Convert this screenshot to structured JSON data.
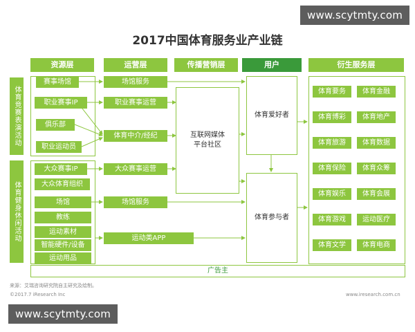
{
  "watermark": "www.scytmty.com",
  "title": "2017中国体育服务业产业链",
  "headers": [
    "资源层",
    "运营层",
    "传播营销层",
    "用户",
    "衍生服务层"
  ],
  "side_labels": [
    "体育竞赛表演活动",
    "体育健身休闲活动"
  ],
  "resource_top": [
    "赛事场馆",
    "职业赛事IP",
    "俱乐部",
    "职业运动员"
  ],
  "resource_mid": [
    "大众赛事IP",
    "大众体育组织"
  ],
  "resource_bottom": [
    "场馆",
    "教练",
    "运动素材",
    "智能硬件/设备",
    "运动用品"
  ],
  "ops": [
    "场馆服务",
    "职业赛事运营",
    "体育中介/经纪",
    "大众赛事运营",
    "场馆服务",
    "运动类APP"
  ],
  "media": "互联网媒体平台社区",
  "users": [
    "体育爱好者",
    "体育参与者"
  ],
  "derived": [
    [
      "体育要务",
      "体育金融"
    ],
    [
      "体育博彩",
      "体育地产"
    ],
    [
      "体育旅游",
      "体育数据"
    ],
    [
      "体育保险",
      "体育众筹"
    ],
    [
      "体育娱乐",
      "体育会展"
    ],
    [
      "体育游戏",
      "运动医疗"
    ],
    [
      "体育文学",
      "体育电商"
    ]
  ],
  "ad_label": "广告主",
  "source": "来源：艾瑞咨询研究院自主研究及绘制。",
  "copyright": "©2017.7 iResearch Inc",
  "site": "www.iresearch.com.cn",
  "colors": {
    "green": "#8dc63f",
    "dark_green": "#3a9a3a"
  }
}
